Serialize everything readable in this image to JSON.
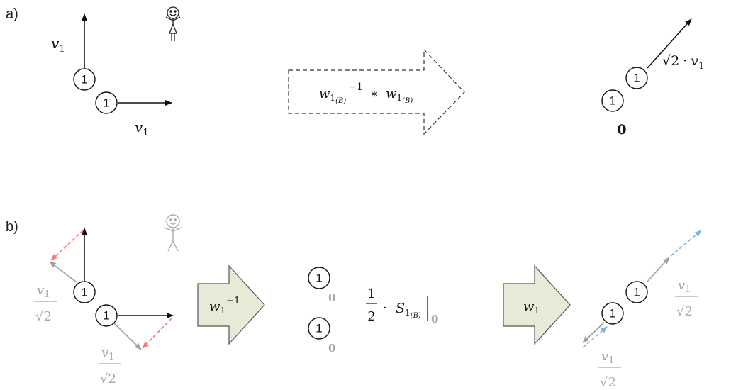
{
  "panels": {
    "a": {
      "label": "a)",
      "v_vertical": "v",
      "v_horizontal": "v",
      "node_top": "1",
      "node_bottom": "1",
      "transform_w": "w",
      "transform_sub": "1",
      "transform_B": "(B)",
      "transform_exp": "−1",
      "transform_op": "∗",
      "result_node_top": "1",
      "result_node_bottom": "1",
      "result_sqrt": "√2",
      "result_dot": "·",
      "result_v": "v",
      "zero_label": "0"
    },
    "b": {
      "label": "b)",
      "frac_num": "v",
      "frac_den": "√2",
      "node_top": "1",
      "node_bottom": "1",
      "arrow1_w": "w",
      "arrow1_sub": "1",
      "arrow1_exp": "−1",
      "mid_node_top": "1",
      "mid_node_bottom": "1",
      "mid_sub_top": "0",
      "mid_sub_bottom": "0",
      "half_num": "1",
      "half_den": "2",
      "half_dot": "·",
      "S": "S",
      "S_sub": "1",
      "S_B": "(B)",
      "S_eval": "0",
      "arrow2_w": "w",
      "arrow2_sub": "1",
      "result_node_top": "1",
      "result_node_bottom": "1"
    },
    "subscript_one": "1"
  },
  "colors": {
    "ink": "#111111",
    "gray": "#a6a6a6",
    "red_dashed": "#f07c7c",
    "blue_dashed": "#7fb3de",
    "arrow_fill": "#e6ebd8",
    "arrow_stroke": "#555555"
  }
}
